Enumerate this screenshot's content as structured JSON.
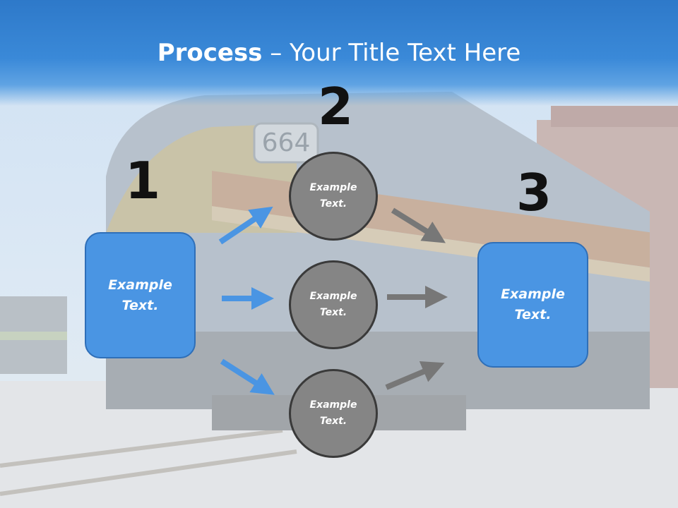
{
  "title": {
    "bold": "Process",
    "rest": " – Your Title Text Here"
  },
  "steps": {
    "one": "1",
    "two": "2",
    "three": "3"
  },
  "left_box": {
    "text": "Example\nText."
  },
  "right_box": {
    "text": "Example\nText."
  },
  "circles": [
    {
      "text": "Example\nText."
    },
    {
      "text": "Example\nText."
    },
    {
      "text": "Example\nText."
    }
  ],
  "colors": {
    "title_band": "#3a89d8",
    "box": "#4a95e3",
    "circle": "#858585",
    "blue_arrow": "#4a95e3",
    "gray_arrow": "#777777"
  }
}
